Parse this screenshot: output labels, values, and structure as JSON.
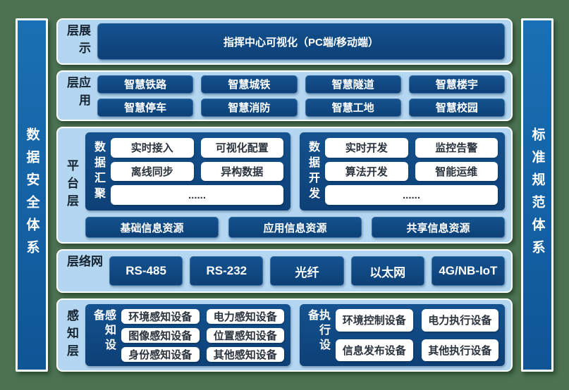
{
  "left_bar": {
    "label": "数据安全体系"
  },
  "right_bar": {
    "label": "标准规范体系"
  },
  "layers": {
    "display": {
      "label": "展示层",
      "box": "指挥中心可视化（PC端/移动端）"
    },
    "application": {
      "label": "应用层",
      "boxes": [
        "智慧铁路",
        "智慧城铁",
        "智慧隧道",
        "智慧楼宇",
        "智慧停车",
        "智慧消防",
        "智慧工地",
        "智慧校园"
      ]
    },
    "platform": {
      "label": "平台层",
      "groups": [
        {
          "label": "数据汇聚",
          "items": [
            "实时接入",
            "可视化配置",
            "离线同步",
            "异构数据",
            "......"
          ]
        },
        {
          "label": "数据开发",
          "items": [
            "实时开发",
            "监控告警",
            "算法开发",
            "智能运维",
            "......"
          ]
        }
      ],
      "resources": [
        "基础信息资源",
        "应用信息资源",
        "共享信息资源"
      ]
    },
    "network": {
      "label": "网络层",
      "boxes": [
        "RS-485",
        "RS-232",
        "光纤",
        "以太网",
        "4G/NB-IoT"
      ]
    },
    "perception": {
      "label": "感知层",
      "groups": [
        {
          "label": "感知设备",
          "items": [
            "环境感知设备",
            "电力感知设备",
            "图像感知设备",
            "位置感知设备",
            "身份感知设备",
            "其他感知设备"
          ]
        },
        {
          "label": "执行设备",
          "items": [
            "环境控制设备",
            "电力执行设备",
            "信息发布设备",
            "其他执行设备"
          ]
        }
      ]
    }
  },
  "colors": {
    "bg_green": "#4c7252",
    "panel_blue": "#b4d7f1",
    "navy_top": "#14528f",
    "navy_bottom": "#0d4076",
    "sidebar_top": "#1a70b4",
    "sidebar_bottom": "#0f5596",
    "white_box_text": "#2b333d",
    "label_dark": "#162330"
  }
}
